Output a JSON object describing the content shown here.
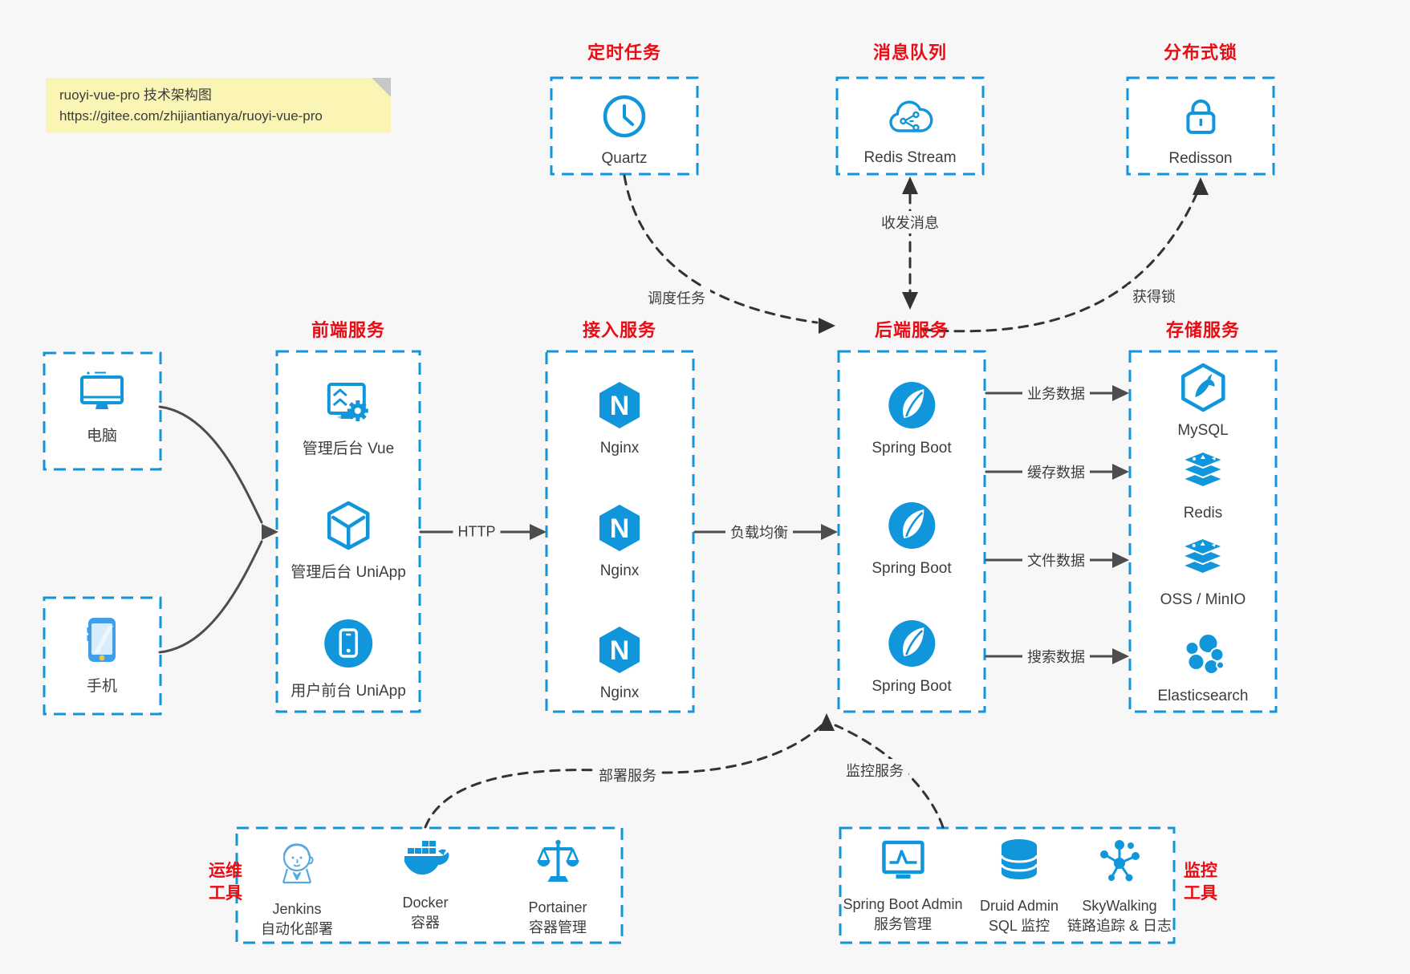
{
  "note": {
    "title": "ruoyi-vue-pro 技术架构图",
    "url": "https://gitee.com/zhijiantianya/ruoyi-vue-pro"
  },
  "colors": {
    "accent_blue": "#1296db",
    "title_red": "#e80c15",
    "note_yellow": "#faf5b5",
    "line_gray": "#4d4d4d",
    "dash_black": "#333333",
    "text": "#3d3d3d",
    "canvas": "#f7f7f7"
  },
  "top_groups": [
    {
      "title": "定时任务",
      "icon": "clock-icon",
      "label": "Quartz"
    },
    {
      "title": "消息队列",
      "icon": "redis-stream-cloud-icon",
      "label": "Redis Stream"
    },
    {
      "title": "分布式锁",
      "icon": "lock-icon",
      "label": "Redisson"
    }
  ],
  "clients": [
    {
      "icon": "desktop-icon",
      "label": "电脑"
    },
    {
      "icon": "smartphone-icon",
      "label": "手机"
    }
  ],
  "columns": [
    {
      "title": "前端服务",
      "items": [
        {
          "icon": "admin-vue-icon",
          "label": "管理后台 Vue"
        },
        {
          "icon": "uniapp-cube-icon",
          "label": "管理后台 UniApp"
        },
        {
          "icon": "user-uniapp-icon",
          "label": "用户前台 UniApp"
        }
      ]
    },
    {
      "title": "接入服务",
      "items": [
        {
          "icon": "nginx-icon",
          "label": "Nginx"
        },
        {
          "icon": "nginx-icon",
          "label": "Nginx"
        },
        {
          "icon": "nginx-icon",
          "label": "Nginx"
        }
      ]
    },
    {
      "title": "后端服务",
      "items": [
        {
          "icon": "spring-boot-icon",
          "label": "Spring Boot"
        },
        {
          "icon": "spring-boot-icon",
          "label": "Spring Boot"
        },
        {
          "icon": "spring-boot-icon",
          "label": "Spring Boot"
        }
      ]
    },
    {
      "title": "存储服务",
      "items": [
        {
          "icon": "mysql-icon",
          "label": "MySQL"
        },
        {
          "icon": "redis-stack-icon",
          "label": "Redis"
        },
        {
          "icon": "oss-stack-icon",
          "label": "OSS / MinIO"
        },
        {
          "icon": "elasticsearch-icon",
          "label": "Elasticsearch"
        }
      ]
    }
  ],
  "edge_labels": {
    "http": "HTTP",
    "load_balance": "负载均衡",
    "schedule": "调度任务",
    "message": "收发消息",
    "lock": "获得锁",
    "deploy": "部署服务",
    "monitor": "监控服务",
    "business_data": "业务数据",
    "cache_data": "缓存数据",
    "file_data": "文件数据",
    "search_data": "搜索数据"
  },
  "bottom_groups": [
    {
      "title_line1": "运维",
      "title_line2": "工具",
      "items": [
        {
          "icon": "jenkins-icon",
          "label": "Jenkins",
          "sublabel": "自动化部署"
        },
        {
          "icon": "docker-icon",
          "label": "Docker",
          "sublabel": "容器"
        },
        {
          "icon": "portainer-icon",
          "label": "Portainer",
          "sublabel": "容器管理"
        }
      ]
    },
    {
      "title_line1": "监控",
      "title_line2": "工具",
      "items": [
        {
          "icon": "spring-boot-admin-icon",
          "label": "Spring Boot Admin",
          "sublabel": "服务管理"
        },
        {
          "icon": "druid-icon",
          "label": "Druid Admin",
          "sublabel": "SQL 监控"
        },
        {
          "icon": "skywalking-icon",
          "label": "SkyWalking",
          "sublabel": "链路追踪 & 日志"
        }
      ]
    }
  ]
}
